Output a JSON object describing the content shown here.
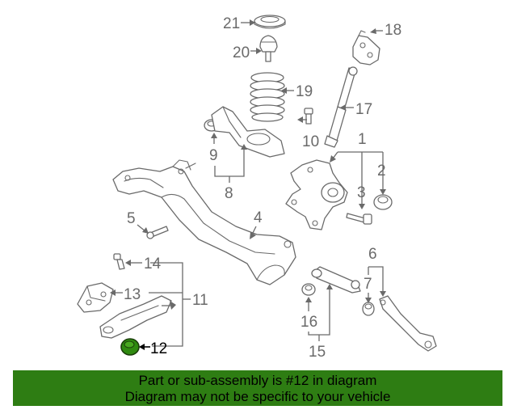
{
  "callouts": {
    "c1": "1",
    "c2": "2",
    "c3": "3",
    "c4": "4",
    "c5": "5",
    "c6": "6",
    "c7": "7",
    "c8": "8",
    "c9": "9",
    "c10": "10",
    "c11": "11",
    "c12": "12",
    "c13": "13",
    "c14": "14",
    "c15": "15",
    "c16": "16",
    "c17": "17",
    "c18": "18",
    "c19": "19",
    "c20": "20",
    "c21": "21"
  },
  "highlighted_part": "12",
  "banner": {
    "line1": "Part or sub-assembly is #12 in diagram",
    "line2": "Diagram may not be specific to your vehicle"
  },
  "colors": {
    "banner_bg": "#2e7d13",
    "highlight_part": "#2f8a10",
    "linework": "#6a6a6a"
  }
}
